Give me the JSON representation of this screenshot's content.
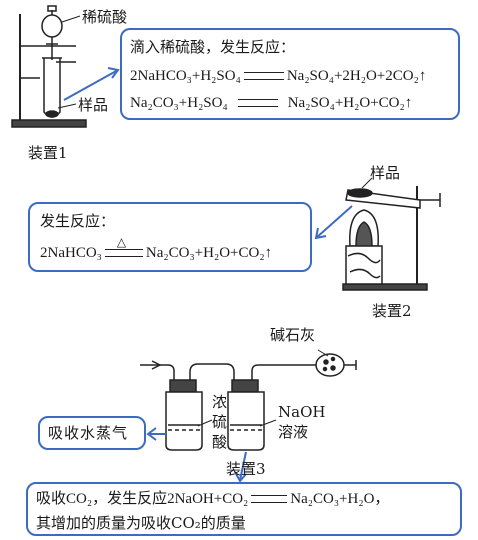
{
  "apparatus1": {
    "label": "装置1",
    "reagent_label": "稀硫酸",
    "sample_label": "样品",
    "box_title": "滴入稀硫酸，发生反应：",
    "eq1": {
      "lhs": "2NaHCO₃+H₂SO₄",
      "rhs": "Na₂SO₄+2H₂O+2CO₂↑"
    },
    "eq2": {
      "lhs": "Na₂CO₃+H₂SO₄",
      "rhs": "Na₂SO₄+H₂O+CO₂↑"
    }
  },
  "apparatus2": {
    "label": "装置2",
    "sample_label": "样品",
    "box_title": "发生反应：",
    "eq1": {
      "lhs": "2NaHCO₃",
      "condition": "△",
      "rhs": "Na₂CO₃+H₂O+CO₂↑"
    }
  },
  "apparatus3": {
    "label": "装置3",
    "soda_lime_label": "碱石灰",
    "bottle1_label": [
      "浓",
      "硫",
      "酸"
    ],
    "bottle2_label": [
      "NaOH",
      "溶液"
    ],
    "water_box": "吸收水蒸气",
    "box_line1_prefix": "吸收CO₂，发生反应",
    "eq1": {
      "lhs": "2NaOH+CO₂",
      "rhs": "Na₂CO₃+H₂O，"
    },
    "box_line2": "其增加的质量为吸收CO₂的质量"
  },
  "colors": {
    "box_border": "#3d6bc1",
    "ink": "#1a1a1a"
  }
}
